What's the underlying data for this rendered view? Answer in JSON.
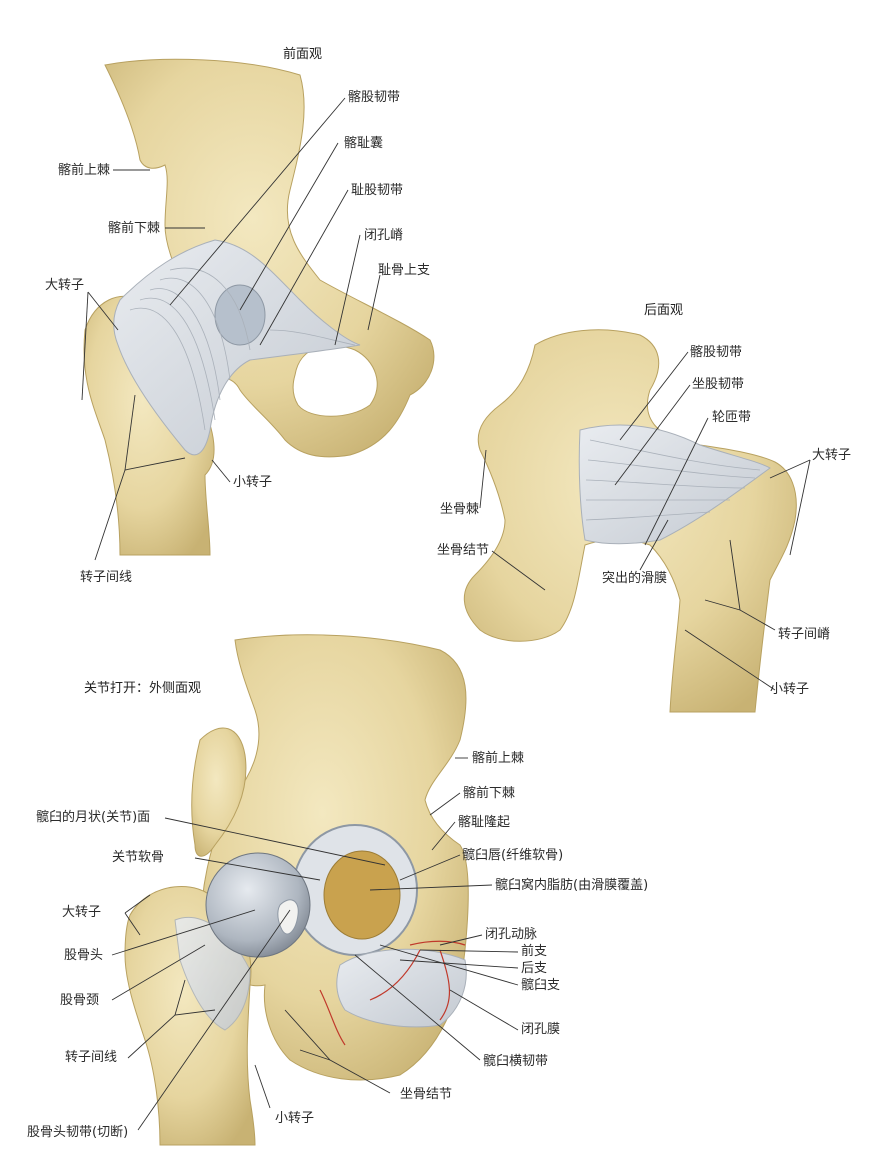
{
  "panels": {
    "anterior": {
      "title": "前面观",
      "labels": {
        "asis": "髂前上棘",
        "aiis": "髂前下棘",
        "greater_trochanter": "大转子",
        "iliofemoral_ligament": "髂股韧带",
        "iliopubic_bursa": "髂耻囊",
        "pubofemoral_ligament": "耻股韧带",
        "obturator_crest": "闭孔嵴",
        "superior_pubic_ramus": "耻骨上支",
        "lesser_trochanter": "小转子",
        "intertrochanteric_line": "转子间线"
      }
    },
    "posterior": {
      "title": "后面观",
      "labels": {
        "iliofemoral_ligament": "髂股韧带",
        "ischiofemoral_ligament": "坐股韧带",
        "zona_orbicularis": "轮匝带",
        "greater_trochanter": "大转子",
        "ischial_spine": "坐骨棘",
        "ischial_tuberosity": "坐骨结节",
        "synovial_protrusion": "突出的滑膜",
        "intertrochanteric_crest": "转子间嵴",
        "lesser_trochanter": "小转子"
      }
    },
    "lateral": {
      "title": "关节打开：外侧面观",
      "labels": {
        "asis": "髂前上棘",
        "aiis": "髂前下棘",
        "iliopubic_eminence": "髂耻隆起",
        "lunate_surface": "髋臼的月状(关节)面",
        "acetabular_labrum": "髋臼唇(纤维软骨)",
        "articular_cartilage": "关节软骨",
        "fat_pad": "髋臼窝内脂肪(由滑膜覆盖)",
        "greater_trochanter": "大转子",
        "obturator_artery": "闭孔动脉",
        "anterior_branch": "前支",
        "femoral_head": "股骨头",
        "posterior_branch": "后支",
        "acetabular_branch": "髋臼支",
        "femoral_neck": "股骨颈",
        "obturator_membrane": "闭孔膜",
        "intertrochanteric_line": "转子间线",
        "transverse_acetabular_ligament": "髋臼横韧带",
        "ischial_tuberosity": "坐骨结节",
        "lesser_trochanter": "小转子",
        "ligament_of_head": "股骨头韧带(切断)"
      }
    }
  },
  "colors": {
    "bone": "#e8d9a6",
    "bone_shade": "#c9b473",
    "ligament": "#d9dde3",
    "cartilage": "#b9c2cc",
    "artery": "#c0392b",
    "leader": "#333333"
  }
}
